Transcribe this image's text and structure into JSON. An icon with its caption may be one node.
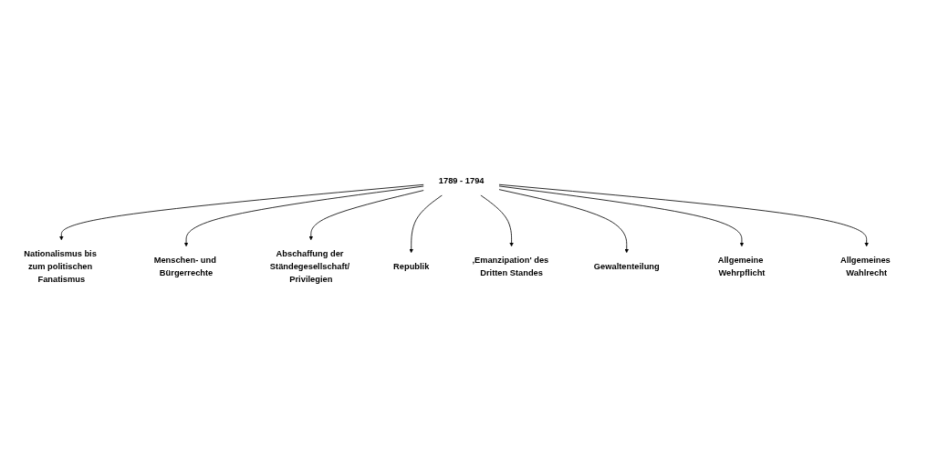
{
  "diagram": {
    "nodes": [
      {
        "text": [
          "Nationalismus bis zum politischen Fanatismus"
        ]
      },
      {
        "text": [
          "Menschen- und Bürgerrechte"
        ]
      },
      {
        "text": [
          "Abschaffung der Ständegesellschaft/ Privilegien"
        ]
      },
      {
        "text": [
          "Republik"
        ]
      },
      {
        "text": [
          "1789 - 1794"
        ]
      },
      {
        "text": [
          "‚Emanzipation' des Dritten Standes"
        ]
      },
      {
        "text": [
          "Gewaltenteilung"
        ]
      },
      {
        "text": [
          "Allgemeine Wehrpflicht"
        ]
      },
      {
        "text": [
          "Allgemeines Wahlrecht"
        ]
      }
    ],
    "edges": [
      {
        "from": 4,
        "to": 0,
        "arrow": "to"
      },
      {
        "from": 4,
        "to": 1,
        "arrow": "to"
      },
      {
        "from": 4,
        "to": 2,
        "arrow": "to"
      },
      {
        "from": 4,
        "to": 3,
        "arrow": "to"
      },
      {
        "from": 4,
        "to": 5,
        "arrow": "to"
      },
      {
        "from": 4,
        "to": 6,
        "arrow": "to"
      },
      {
        "from": 4,
        "to": 7,
        "arrow": "to"
      },
      {
        "from": 4,
        "to": 8,
        "arrow": "to"
      }
    ]
  }
}
